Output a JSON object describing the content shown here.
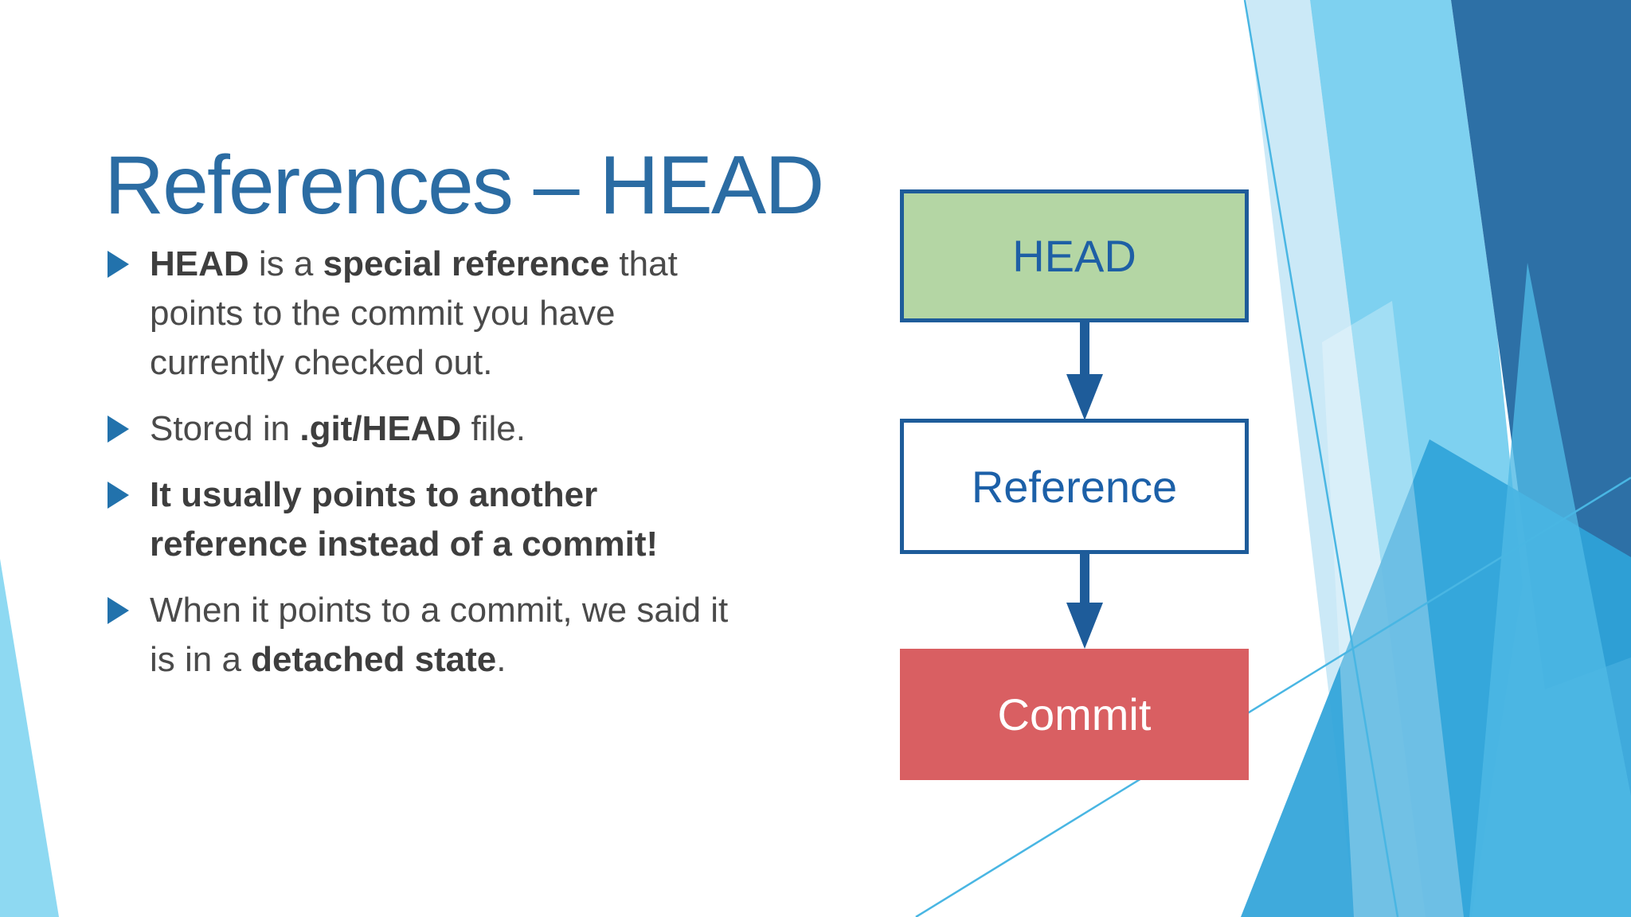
{
  "slide": {
    "title": "References – HEAD",
    "bullets": [
      {
        "runs": [
          {
            "t": "HEAD",
            "b": true
          },
          {
            "t": " is a ",
            "b": false
          },
          {
            "t": "special reference",
            "b": true
          },
          {
            "t": " that\npoints to the commit you have\ncurrently checked out.",
            "b": false
          }
        ]
      },
      {
        "runs": [
          {
            "t": "Stored in ",
            "b": false
          },
          {
            "t": ".git/HEAD",
            "b": true
          },
          {
            "t": " file.",
            "b": false
          }
        ]
      },
      {
        "runs": [
          {
            "t": "It usually points to another\nreference instead of a commit!",
            "b": true
          }
        ]
      },
      {
        "runs": [
          {
            "t": "When it points to a commit, we said it\nis in a ",
            "b": false
          },
          {
            "t": "detached state",
            "b": true
          },
          {
            "t": ".",
            "b": false
          }
        ]
      }
    ],
    "diagram": {
      "nodes": [
        {
          "id": "head",
          "label": "HEAD",
          "fill": "#B4D6A4",
          "text_color": "#1E5FA5"
        },
        {
          "id": "reference",
          "label": "Reference",
          "fill": "#FFFFFF",
          "text_color": "#1C60A8"
        },
        {
          "id": "commit",
          "label": "Commit",
          "fill": "#D95F62",
          "text_color": "#FFFFFF"
        }
      ],
      "border_color": "#1E5C9A",
      "arrow_color": "#1E5C9A"
    },
    "colors": {
      "title": "#2B6CA3",
      "body_text": "#4A4A4A",
      "bullet_marker": "#2272AC",
      "accent_sky": "#7ED1F0",
      "accent_pale": "#CBE9F7",
      "accent_navy": "#2D70A6",
      "accent_bright": "#2FA3D9",
      "thin_line": "#49B6E3",
      "corner_wedge": "#8ED9F2"
    }
  }
}
